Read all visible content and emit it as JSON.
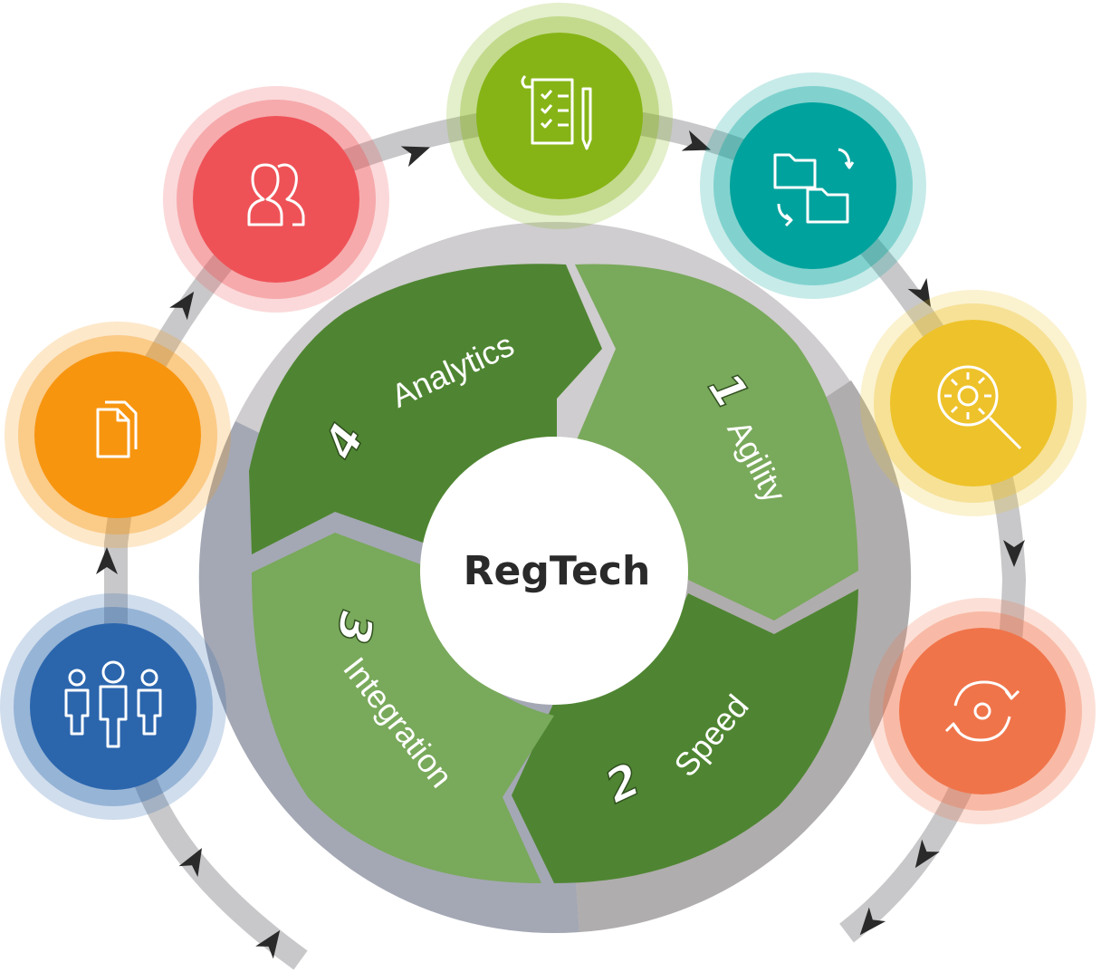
{
  "center": {
    "label": "RegTech"
  },
  "segments": [
    {
      "number": "1",
      "label": "Agility"
    },
    {
      "number": "2",
      "label": "Speed"
    },
    {
      "number": "3",
      "label": "Integration"
    },
    {
      "number": "4",
      "label": "Analytics"
    }
  ],
  "nodes": [
    {
      "icon": "team-icon",
      "color": "#2b66ad"
    },
    {
      "icon": "documents-icon",
      "color": "#f7950f"
    },
    {
      "icon": "users-icon",
      "color": "#ee5257"
    },
    {
      "icon": "checklist-icon",
      "color": "#86b416"
    },
    {
      "icon": "folders-sync-icon",
      "color": "#00a29d"
    },
    {
      "icon": "gear-search-icon",
      "color": "#eec22a"
    },
    {
      "icon": "refresh-icon",
      "color": "#f0744a"
    }
  ],
  "colors": {
    "dark_green": "#4f8532",
    "light_green": "#79a95b",
    "ring_light": "#cfcdcf",
    "ring_dark": "#a4a8b4",
    "track": "#c8c8ca",
    "arrow": "#2a2a2a"
  }
}
